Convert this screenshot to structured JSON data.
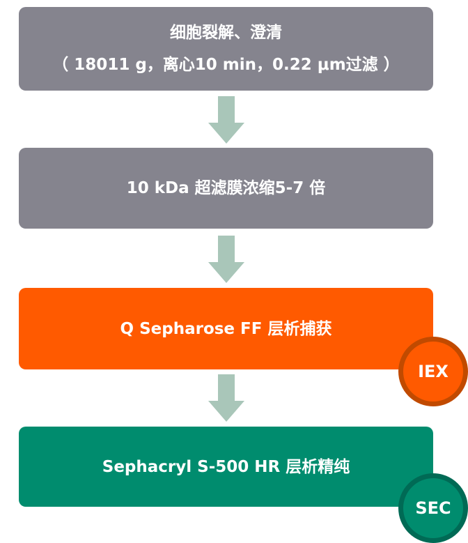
{
  "steps": [
    {
      "line1": "细胞裂解、澄清",
      "line2": "（ 18011 g，离心10 min，0.22 μm过滤 ）"
    },
    {
      "line1": "10 kDa 超滤膜浓缩5-7 倍"
    },
    {
      "line1": "Q Sepharose FF 层析捕获",
      "badge": "IEX"
    },
    {
      "line1": "Sephacryl S-500 HR 层析精纯",
      "badge": "SEC"
    }
  ],
  "colors": {
    "gray": "#85848e",
    "orange": "#ff5a00",
    "green": "#008c6e",
    "arrow": "#a9c6b9"
  }
}
